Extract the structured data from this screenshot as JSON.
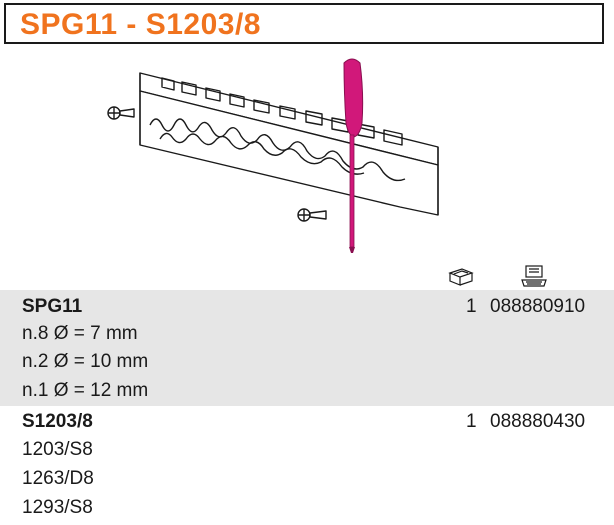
{
  "title": "SPG11 - S1203/8",
  "colors": {
    "accent": "#f0731e",
    "screwdriver": "#d1187a",
    "shade": "#e6e6e6"
  },
  "header_icons": [
    "package-box-icon",
    "computer-terminal-icon"
  ],
  "items": [
    {
      "code": "SPG11",
      "qty": "1",
      "article": "088880910",
      "details": [
        "n.8 Ø = 7 mm",
        "n.2 Ø = 10 mm",
        "n.1 Ø = 12 mm"
      ]
    },
    {
      "code": "S1203/8",
      "qty": "1",
      "article": "088880430",
      "details": [
        "1203/S8",
        "1263/D8",
        "1293/S8"
      ]
    }
  ]
}
